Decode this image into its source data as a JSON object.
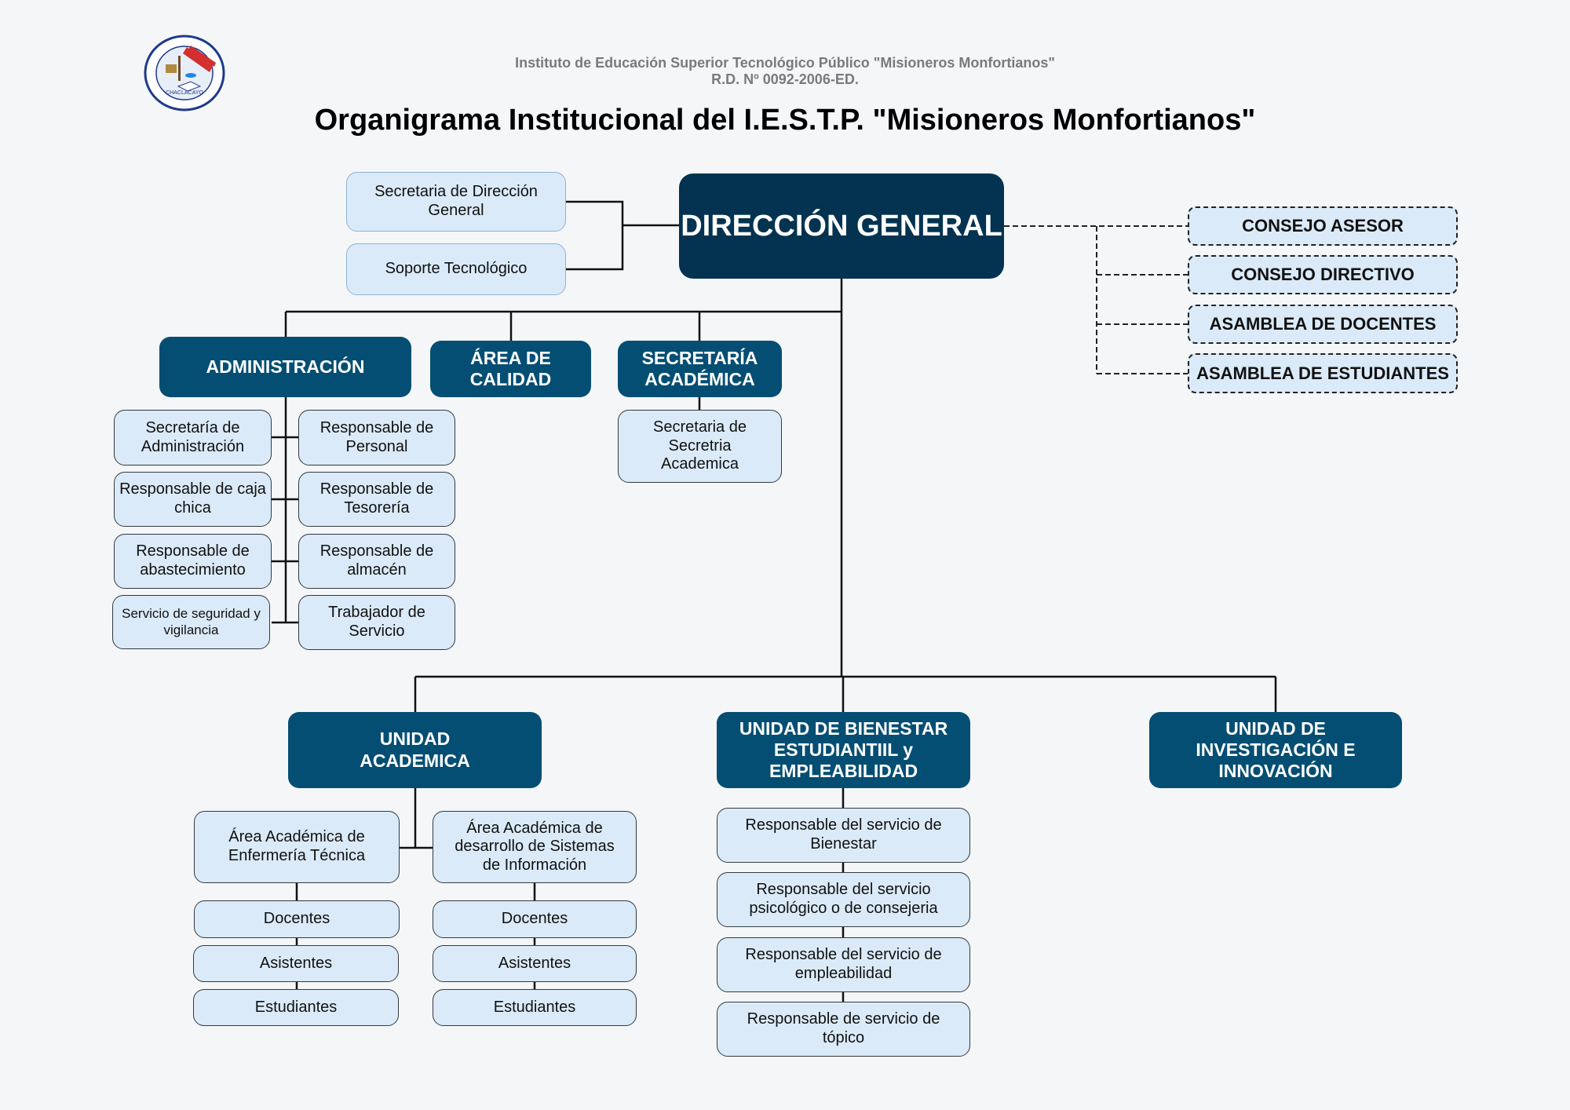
{
  "header": {
    "institution": "Instituto de Educación Superior Tecnológico Público \"Misioneros Monfortianos\"",
    "resolution": "R.D. Nº 0092-2006-ED.",
    "title": "Organigrama Institucional del I.E.S.T.P. \"Misioneros Monfortianos\"",
    "logo_text": "CHACLACAYO"
  },
  "colors": {
    "direction": "#033350",
    "unit": "#044e73",
    "box_fill": "#dbeaf8",
    "background": "#f4f6f8"
  },
  "direccion": {
    "label": "DIRECCIÓN GENERAL",
    "staff": [
      "Secretaria de Dirección General",
      "Soporte Tecnológico"
    ],
    "advisory": [
      "CONSEJO ASESOR",
      "CONSEJO DIRECTIVO",
      "ASAMBLEA DE DOCENTES",
      "ASAMBLEA DE ESTUDIANTES"
    ]
  },
  "administracion": {
    "label": "ADMINISTRACIÓN",
    "left": [
      "Secretaría de Administración",
      "Responsable de caja chica",
      "Responsable de abastecimiento",
      "Servicio de seguridad y vigilancia"
    ],
    "right": [
      "Responsable de Personal",
      "Responsable de Tesorería",
      "Responsable de almacén",
      "Trabajador de Servicio"
    ]
  },
  "calidad": {
    "label": "ÁREA DE CALIDAD"
  },
  "secretaria_academica": {
    "label": "SECRETARÍA ACADÉMICA",
    "children": [
      "Secretaria de Secretria Academica"
    ]
  },
  "unidad_academica": {
    "label": "UNIDAD ACADEMICA",
    "areas": [
      {
        "label": "Área Académica de Enfermería Técnica",
        "members": [
          "Docentes",
          "Asistentes",
          "Estudiantes"
        ]
      },
      {
        "label": "Área Académica de desarrollo de Sistemas de Información",
        "members": [
          "Docentes",
          "Asistentes",
          "Estudiantes"
        ]
      }
    ]
  },
  "bienestar": {
    "label": "UNIDAD DE BIENESTAR ESTUDIANTIIL y EMPLEABILIDAD",
    "children": [
      "Responsable del servicio de Bienestar",
      "Responsable del servicio psicológico o de consejeria",
      "Responsable del servicio de empleabilidad",
      "Responsable de servicio de tópico"
    ]
  },
  "investigacion": {
    "label": "UNIDAD DE INVESTIGACIÓN E INNOVACIÓN"
  }
}
